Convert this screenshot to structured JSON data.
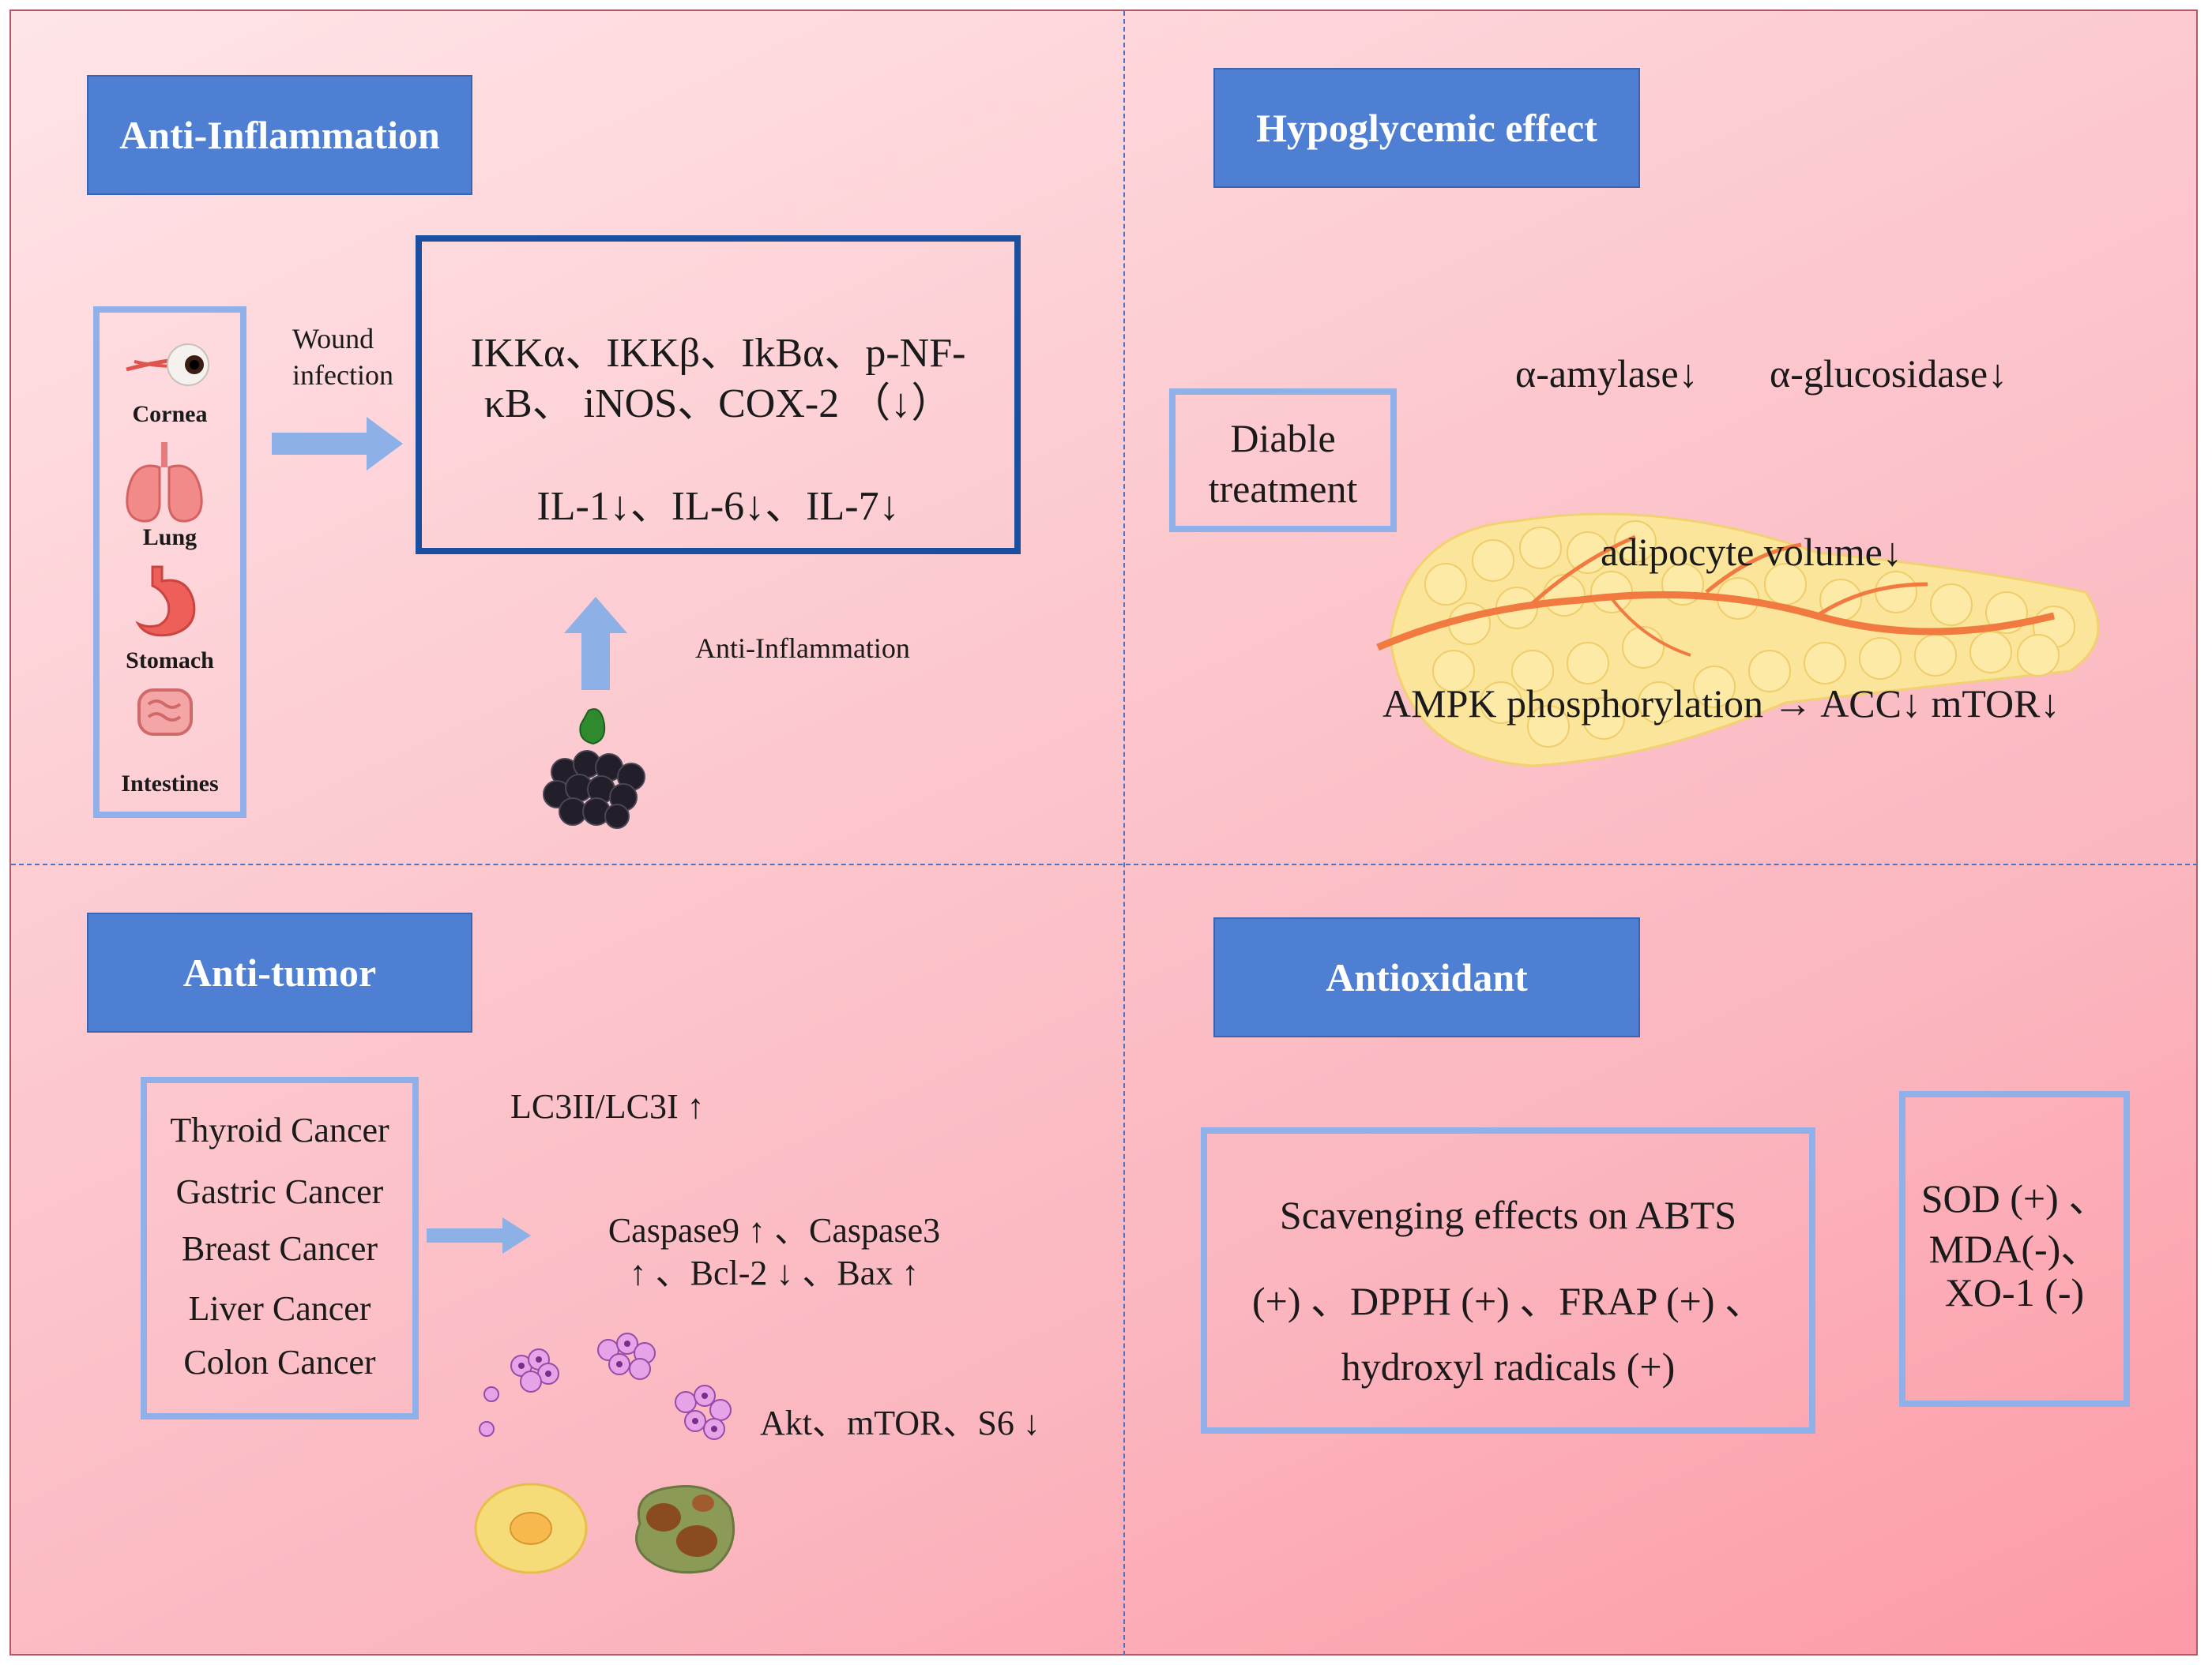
{
  "panels": {
    "anti_inflammation": {
      "title": "Anti-Inflammation",
      "organs": [
        "Cornea",
        "Lung",
        "Stomach",
        "Intestines"
      ],
      "arrow_label_1": "Wound",
      "arrow_label_2": "infection",
      "markers_line1": "IKKα、IKKβ、IkBα、p-NF-",
      "markers_line2": "κB、 iNOS、COX-2 （↓）",
      "markers_line3": "IL-1↓、IL-6↓、IL-7↓",
      "source_label": "Anti-Inflammation"
    },
    "hypoglycemic": {
      "title": "Hypoglycemic effect",
      "diable_line1": "Diable",
      "diable_line2": "treatment",
      "amylase": "α-amylase↓",
      "glucosidase": "α-glucosidase↓",
      "adipocyte": "adipocyte volume↓",
      "ampk": "AMPK phosphorylation  →   ACC↓ mTOR↓"
    },
    "anti_tumor": {
      "title": "Anti-tumor",
      "cancers": [
        "Thyroid Cancer",
        "Gastric Cancer",
        "Breast Cancer",
        "Liver Cancer",
        "Colon Cancer"
      ],
      "lc3": "LC3II/LC3I ↑",
      "caspase_line1": "Caspase9 ↑ 、Caspase3",
      "caspase_line2": "↑ 、Bcl-2 ↓ 、Bax ↑",
      "akt": "Akt、mTOR、S6 ↓"
    },
    "antioxidant": {
      "title": "Antioxidant",
      "scav_line1": "Scavenging effects on ABTS",
      "scav_line2": "(+) 、DPPH (+) 、FRAP (+) 、",
      "scav_line3": "hydroxyl radicals (+)",
      "sod_line1": "SOD (+) 、",
      "sod_line2": "MDA(-)、",
      "sod_line3": "XO-1 (-)"
    }
  },
  "colors": {
    "header_fill": "#4f7fd3",
    "light_border": "#8fb0e8",
    "dark_border": "#1a4fa0",
    "arrow": "#8db0e6",
    "background_start": "#ffe5e8",
    "background_end": "#fd9aa7"
  }
}
